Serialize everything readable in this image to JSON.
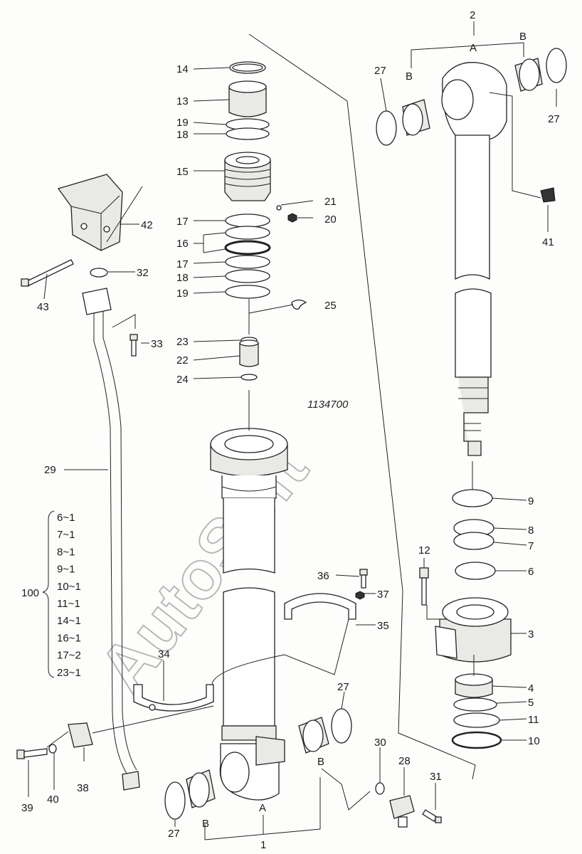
{
  "drawing": {
    "code": "1134700",
    "watermark": "AutoSoft",
    "group_label": "100",
    "group_items": [
      "6~1",
      "7~1",
      "8~1",
      "9~1",
      "10~1",
      "11~1",
      "14~1",
      "16~1",
      "17~2",
      "23~1"
    ]
  },
  "callouts": {
    "c14": "14",
    "c13": "13",
    "c19a": "19",
    "c18a": "18",
    "c15": "15",
    "c21": "21",
    "c20": "20",
    "c17a": "17",
    "c16": "16",
    "c17b": "17",
    "c18b": "18",
    "c19b": "19",
    "c25": "25",
    "c23": "23",
    "c22": "22",
    "c24": "24",
    "c42": "42",
    "c32": "32",
    "c43": "43",
    "c33": "33",
    "c29": "29",
    "c34": "34",
    "c36": "36",
    "c37": "37",
    "c35": "35",
    "c27a": "27",
    "c27b": "27",
    "c27c": "27",
    "c27d": "27",
    "c2": "2",
    "cA1": "A",
    "cB1": "B",
    "cB2": "B",
    "c41": "41",
    "c9": "9",
    "c8": "8",
    "c7": "7",
    "c12": "12",
    "c6": "6",
    "c3": "3",
    "c4": "4",
    "c5": "5",
    "c11": "11",
    "c10": "10",
    "c30": "30",
    "c28": "28",
    "c31": "31",
    "c39": "39",
    "c40": "40",
    "c38": "38",
    "cB3": "B",
    "cA2": "A",
    "cB4": "B",
    "c1": "1"
  }
}
